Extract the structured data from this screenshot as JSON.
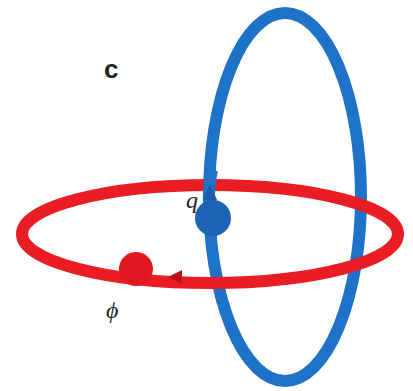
{
  "diagram": {
    "labels": [
      "c",
      "q",
      "ϕ"
    ]
  }
}
